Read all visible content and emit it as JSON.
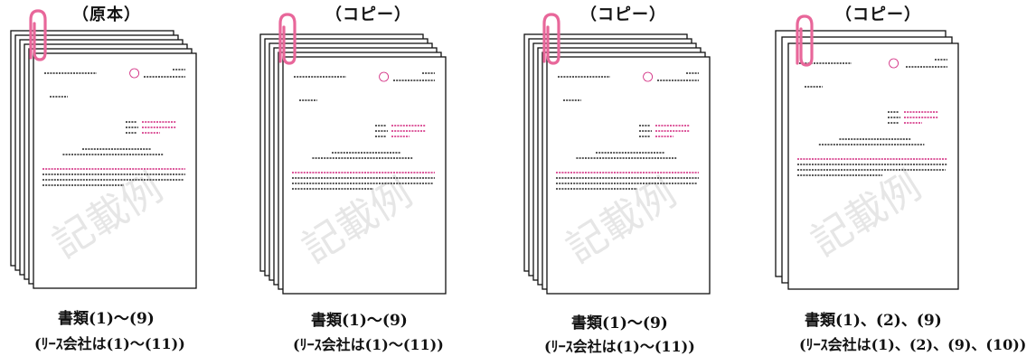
{
  "groups": [
    {
      "heading": "（原本）",
      "caption": "書類(1)～(9)",
      "note": "(ﾘｰｽ会社は(1)～(11))",
      "sheets": 6
    },
    {
      "heading": "（コピー）",
      "caption": "書類(1)～(9)",
      "note": "(ﾘｰｽ会社は(1)～(11))",
      "sheets": 6
    },
    {
      "heading": "（コピー）",
      "caption": "書類(1)～(9)",
      "note": "(ﾘｰｽ会社は(1)～(11))",
      "sheets": 6
    },
    {
      "heading": "（コピー）",
      "caption": "書類(1)、(2)、(9)",
      "note": "(ﾘｰｽ会社は(1)、(2)、(9)、(10))",
      "sheets": 3
    }
  ],
  "document": {
    "watermark": "記載例"
  },
  "colors": {
    "clip": "#e8679a",
    "accent_text": "#d0207a",
    "ink": "#222222"
  }
}
